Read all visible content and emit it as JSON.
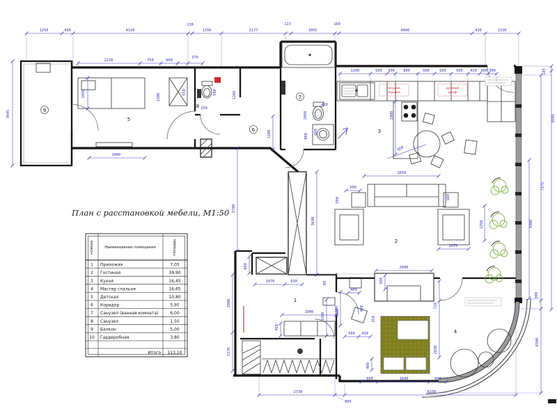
{
  "title": "План с расстановкой мебели, М1:50",
  "legend": {
    "col_no": "номера",
    "col_name": "Наименование помещения",
    "col_area": "площадь",
    "total_label": "Итого",
    "total_value": "113,10",
    "rows": [
      {
        "no": "1",
        "name": "Прихожая",
        "area": "7,05"
      },
      {
        "no": "2",
        "name": "Гостиная",
        "area": "39,90"
      },
      {
        "no": "3",
        "name": "Кухня",
        "area": "16,45"
      },
      {
        "no": "4",
        "name": "Мастер спальня",
        "area": "16,65"
      },
      {
        "no": "5",
        "name": "Детская",
        "area": "10,80"
      },
      {
        "no": "6",
        "name": "Коридор",
        "area": "5,95"
      },
      {
        "no": "7",
        "name": "Санузел (ванная комната)",
        "area": "6,00"
      },
      {
        "no": "8",
        "name": "Санузел",
        "area": "1,50"
      },
      {
        "no": "9",
        "name": "Балкон",
        "area": "5,00"
      },
      {
        "no": "10",
        "name": "Гардеробная",
        "area": "3,80"
      }
    ]
  },
  "rooms": {
    "r1": "1",
    "r2": "2",
    "r3": "3",
    "r4": "4",
    "r5": "5",
    "r6": "6",
    "r7": "7",
    "r8": "8",
    "r9": "9"
  },
  "annotations": {
    "kitchen_label_1a": "посудом.",
    "kitchen_label_1b": "машина",
    "kitchen_label_2a": "духовой",
    "kitchen_label_2b": "шкаф"
  },
  "colors": {
    "dimension_blue": "#3030bb",
    "wall_black": "#161616",
    "bed_olive": "#7f7f22",
    "plant_green": "#7cb342",
    "label_red": "#cc2222"
  },
  "dims": {
    "top": [
      "1250",
      "430",
      "4120",
      "130",
      "1150",
      "2177",
      "123",
      "1055",
      "160",
      "4800",
      "430",
      "1320"
    ],
    "row2": [
      "2220",
      "750",
      "600",
      "376"
    ],
    "kitchen_top": [
      "1100",
      "600",
      "300",
      "800",
      "600",
      "600",
      "600",
      "430",
      "300",
      "300"
    ],
    "left": [
      "3645",
      "2080",
      "1370"
    ],
    "room5": [
      "1050",
      "2000",
      "1200",
      "550"
    ],
    "wc": [
      "590",
      "1260",
      "250"
    ],
    "bath": [
      "1050",
      "450",
      "600",
      "900",
      "1200"
    ],
    "kitchen": [
      "1900",
      "2650",
      "950"
    ],
    "living": [
      "500",
      "500",
      "160",
      "1250",
      "1070",
      "2000"
    ],
    "corridor": [
      "3700",
      "3690",
      "600",
      "1070",
      "630",
      "80"
    ],
    "hall": [
      "1900",
      "1300",
      "450",
      "1200"
    ],
    "bedroom": [
      "500",
      "400",
      "400",
      "350",
      "500",
      "430",
      "1200",
      "720",
      "2030",
      "400",
      "600",
      "1840",
      "600"
    ],
    "bottom": [
      "2730",
      "905",
      "6150"
    ],
    "right": [
      "185",
      "8585",
      "7375",
      "4980",
      "300",
      "8300"
    ]
  }
}
